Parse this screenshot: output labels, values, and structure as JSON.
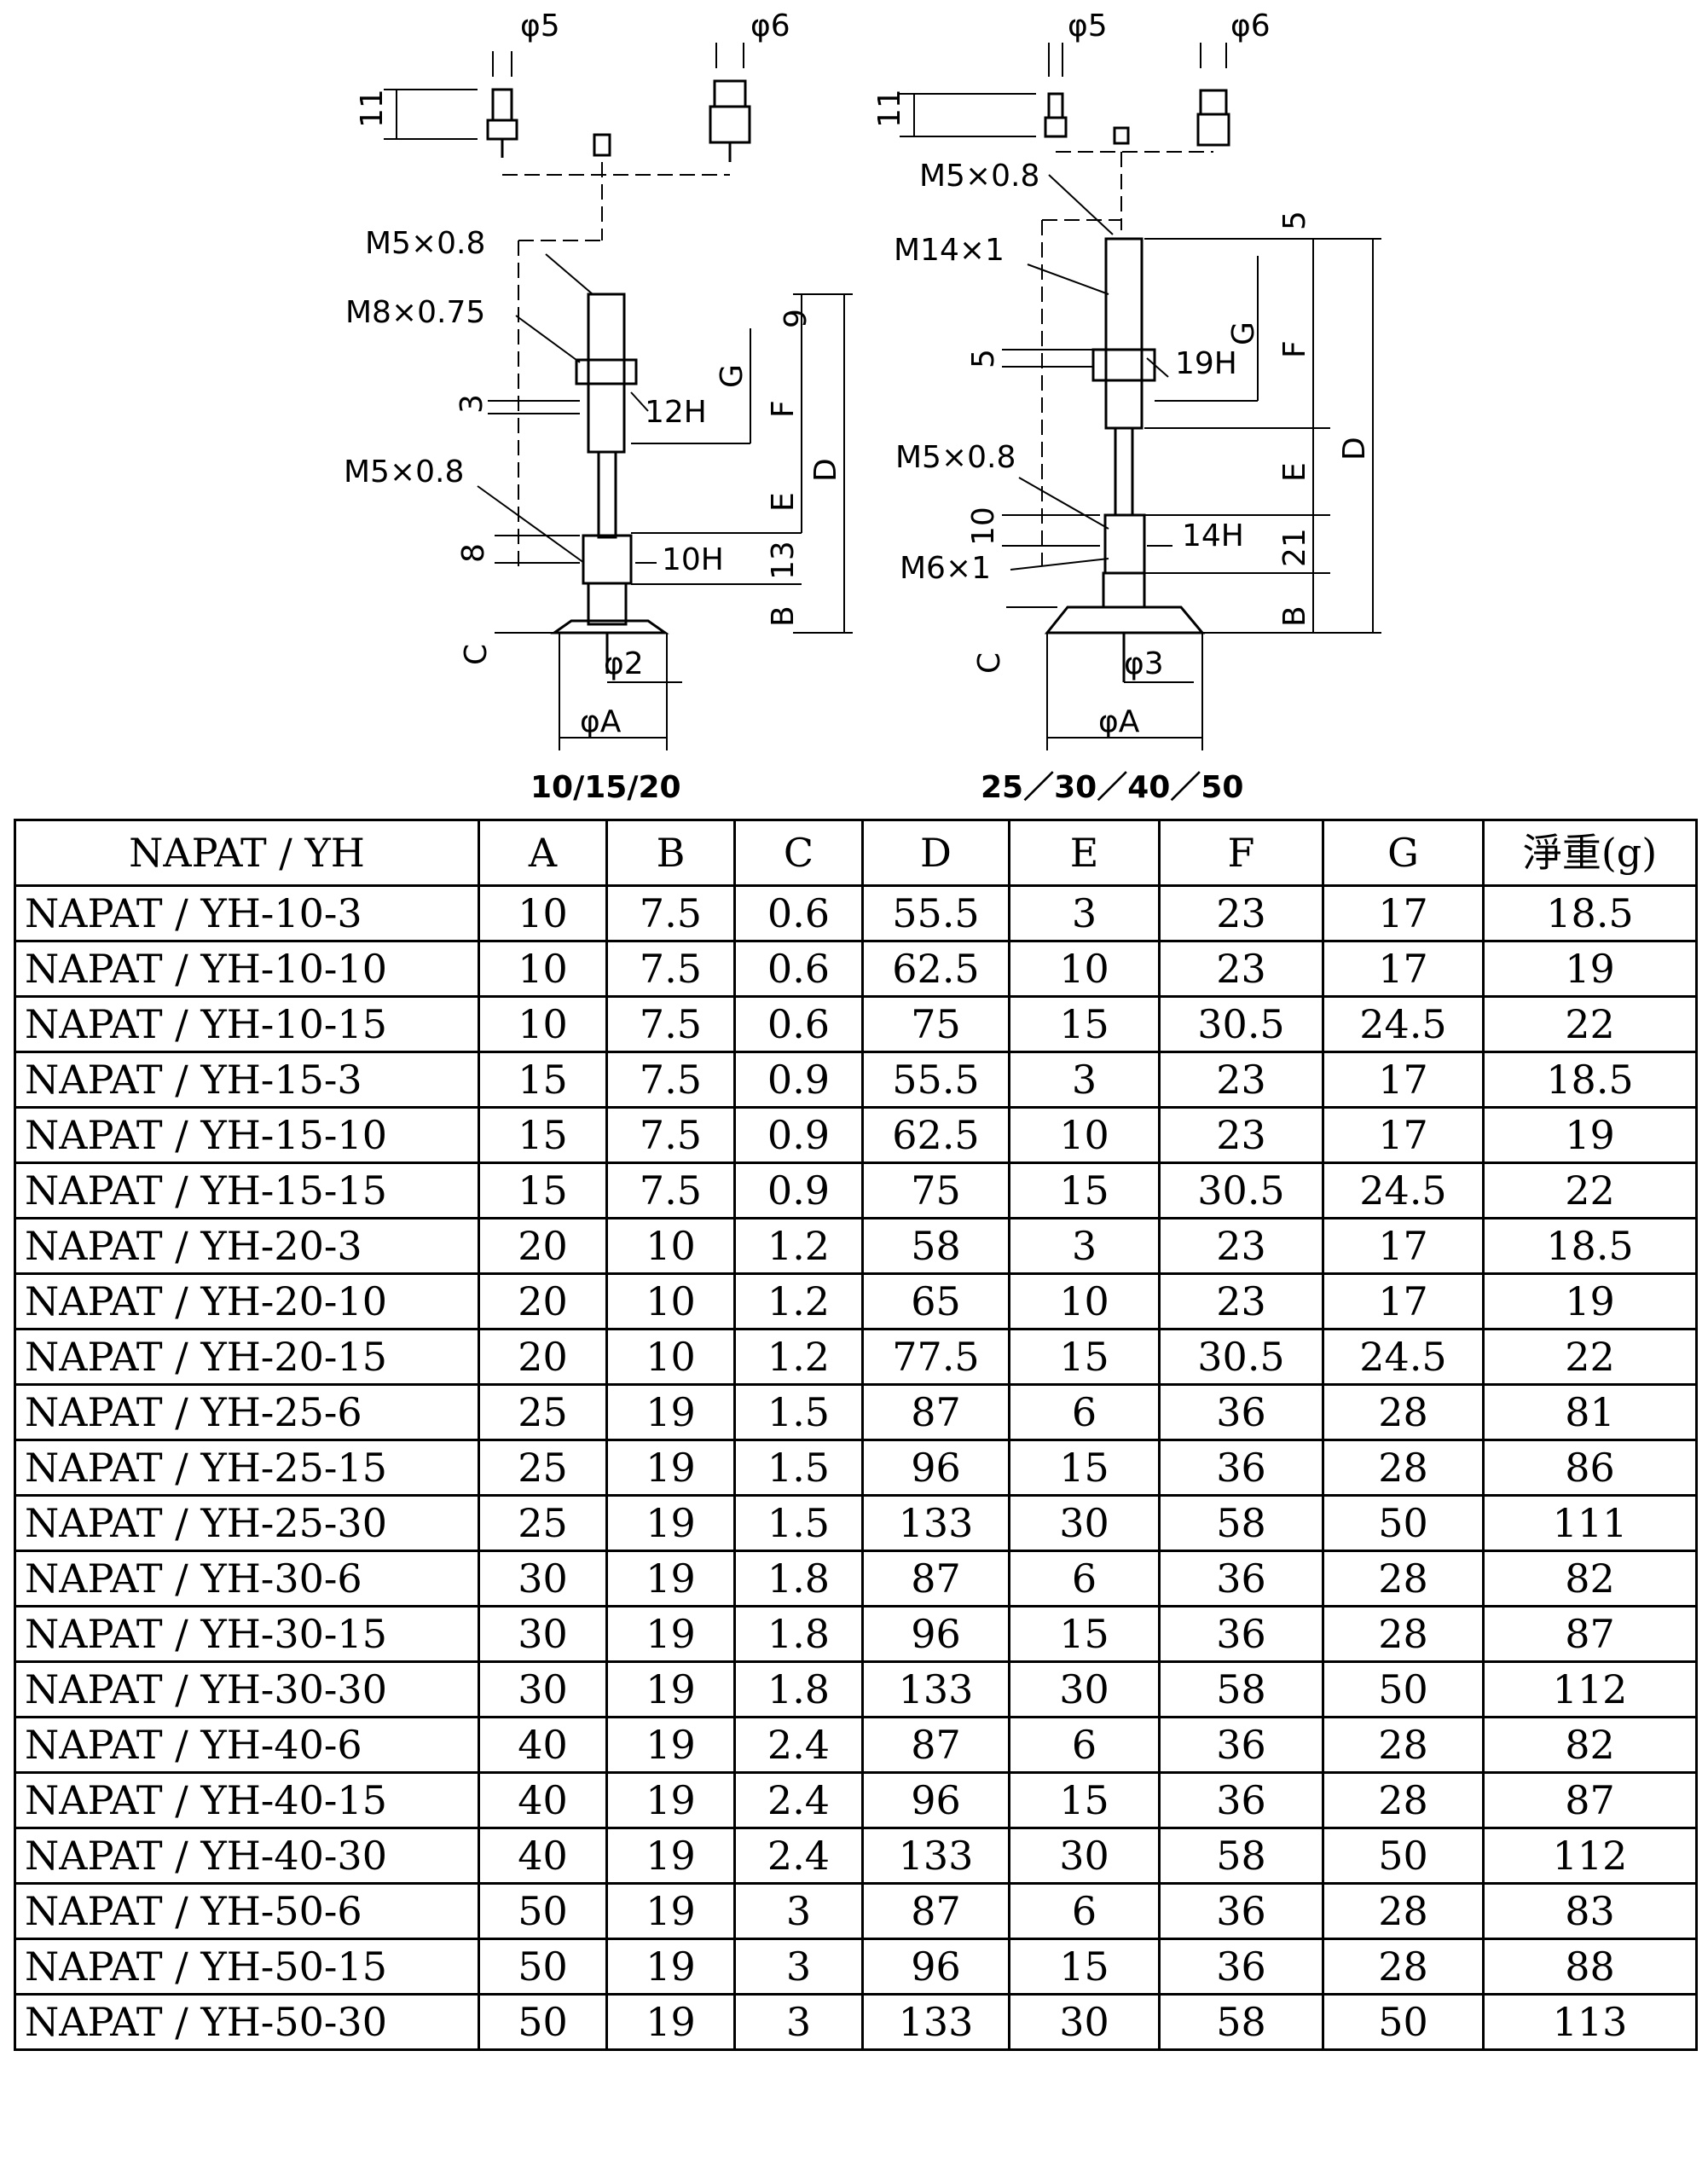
{
  "drawing": {
    "left": {
      "caption": "10/15/20",
      "labels": {
        "phi5": "φ5",
        "phi6": "φ6",
        "h11": "11",
        "thread_top": "M5×0.8",
        "thread_body": "M8×0.75",
        "thread_low": "M5×0.8",
        "nut_top": "12H",
        "nut_low": "10H",
        "d9": "9",
        "d3": "3",
        "d8": "8",
        "d13": "13",
        "G": "G",
        "F": "F",
        "E": "E",
        "D": "D",
        "B": "B",
        "C": "C",
        "phi2": "φ2",
        "phiA": "φA"
      }
    },
    "right": {
      "caption": "25／30／40／50",
      "labels": {
        "phi5": "φ5",
        "phi6": "φ6",
        "h11": "11",
        "thread_top": "M5×0.8",
        "thread_body": "M14×1",
        "thread_mid": "M5×0.8",
        "thread_low": "M6×1",
        "nut_top": "19H",
        "nut_low": "14H",
        "d5top": "5",
        "d5": "5",
        "d10": "10",
        "d21": "21",
        "G": "G",
        "F": "F",
        "E": "E",
        "D": "D",
        "B": "B",
        "C": "C",
        "phi3": "φ3",
        "phiA": "φA"
      }
    }
  },
  "table": {
    "headers": [
      "NAPAT / YH",
      "A",
      "B",
      "C",
      "D",
      "E",
      "F",
      "G",
      "淨重(g)"
    ],
    "rows": [
      [
        "NAPAT / YH-10-3",
        "10",
        "7.5",
        "0.6",
        "55.5",
        "3",
        "23",
        "17",
        "18.5"
      ],
      [
        "NAPAT / YH-10-10",
        "10",
        "7.5",
        "0.6",
        "62.5",
        "10",
        "23",
        "17",
        "19"
      ],
      [
        "NAPAT / YH-10-15",
        "10",
        "7.5",
        "0.6",
        "75",
        "15",
        "30.5",
        "24.5",
        "22"
      ],
      [
        "NAPAT / YH-15-3",
        "15",
        "7.5",
        "0.9",
        "55.5",
        "3",
        "23",
        "17",
        "18.5"
      ],
      [
        "NAPAT / YH-15-10",
        "15",
        "7.5",
        "0.9",
        "62.5",
        "10",
        "23",
        "17",
        "19"
      ],
      [
        "NAPAT / YH-15-15",
        "15",
        "7.5",
        "0.9",
        "75",
        "15",
        "30.5",
        "24.5",
        "22"
      ],
      [
        "NAPAT / YH-20-3",
        "20",
        "10",
        "1.2",
        "58",
        "3",
        "23",
        "17",
        "18.5"
      ],
      [
        "NAPAT / YH-20-10",
        "20",
        "10",
        "1.2",
        "65",
        "10",
        "23",
        "17",
        "19"
      ],
      [
        "NAPAT / YH-20-15",
        "20",
        "10",
        "1.2",
        "77.5",
        "15",
        "30.5",
        "24.5",
        "22"
      ],
      [
        "NAPAT / YH-25-6",
        "25",
        "19",
        "1.5",
        "87",
        "6",
        "36",
        "28",
        "81"
      ],
      [
        "NAPAT / YH-25-15",
        "25",
        "19",
        "1.5",
        "96",
        "15",
        "36",
        "28",
        "86"
      ],
      [
        "NAPAT / YH-25-30",
        "25",
        "19",
        "1.5",
        "133",
        "30",
        "58",
        "50",
        "111"
      ],
      [
        "NAPAT / YH-30-6",
        "30",
        "19",
        "1.8",
        "87",
        "6",
        "36",
        "28",
        "82"
      ],
      [
        "NAPAT / YH-30-15",
        "30",
        "19",
        "1.8",
        "96",
        "15",
        "36",
        "28",
        "87"
      ],
      [
        "NAPAT / YH-30-30",
        "30",
        "19",
        "1.8",
        "133",
        "30",
        "58",
        "50",
        "112"
      ],
      [
        "NAPAT / YH-40-6",
        "40",
        "19",
        "2.4",
        "87",
        "6",
        "36",
        "28",
        "82"
      ],
      [
        "NAPAT / YH-40-15",
        "40",
        "19",
        "2.4",
        "96",
        "15",
        "36",
        "28",
        "87"
      ],
      [
        "NAPAT / YH-40-30",
        "40",
        "19",
        "2.4",
        "133",
        "30",
        "58",
        "50",
        "112"
      ],
      [
        "NAPAT / YH-50-6",
        "50",
        "19",
        "3",
        "87",
        "6",
        "36",
        "28",
        "83"
      ],
      [
        "NAPAT / YH-50-15",
        "50",
        "19",
        "3",
        "96",
        "15",
        "36",
        "28",
        "88"
      ],
      [
        "NAPAT / YH-50-30",
        "50",
        "19",
        "3",
        "133",
        "30",
        "58",
        "50",
        "113"
      ]
    ]
  }
}
